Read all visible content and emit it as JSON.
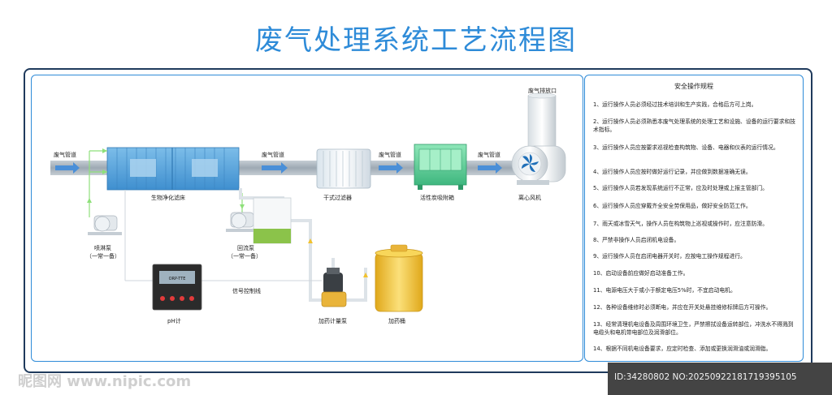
{
  "title": "废气处理系统工艺流程图",
  "labels": {
    "pipe_left": "废气管道",
    "pipe_mid1": "废气管道",
    "pipe_mid2": "废气管道",
    "pipe_mid3": "废气管道",
    "exhaust": "废气排放口",
    "bio_filter": "生物净化滤床",
    "dry_filter": "干式过滤器",
    "carbon_box": "活性炭吸附箱",
    "fan": "离心风机",
    "spray_pump": "喷淋泵",
    "spray_pump_note": "（一常一备）",
    "return_pump": "回流泵",
    "return_pump_note": "（一常一备）",
    "signal": "信号控制线",
    "ph_meter": "pH计",
    "ph_display": "ORP-TTE",
    "dosing_pump": "加药计量泵",
    "dosing_tank": "加药桶"
  },
  "rules": {
    "title": "安全操作规程",
    "items": [
      "1、运行操作人员必须经过技术培训和生产实践，合格后方可上岗。",
      "2、运行操作人员必须熟悉本废气处理系统的处理工艺和设施、设备的运行要求和技术指标。",
      "3、运行操作人员应按要求巡视检查构筑物、设备、电器和仪表的运行情况。",
      "4、运行操作人员应按时做好运行记录，并应做到数据准确无误。",
      "5、运行操作人员若发现系统运行不正常，应及时处理或上报主管部门。",
      "6、运行操作人员应穿戴齐全安全劳保用品，做好安全防范工作。",
      "7、雨天或冰雪天气，操作人员在构筑物上巡视或操作时，应注意防滑。",
      "8、严禁非操作人员启闭机电设备。",
      "9、运行操作人员在启闭电器开关时，应按电工操作规程进行。",
      "10、启动设备前应做好启动准备工作。",
      "11、电源电压大于或小于额定电压5%时，不宜启动电机。",
      "12、各种设备维修时必须断电，并应在开关处悬挂维修标牌后方可操作。",
      "13、经常清理机电设备及周围环境卫生，严禁擦拭设备运转部位，冲洗水不得溅到电缆头和电机带电部位及润滑部位。",
      "14、根据不同机电设备要求，应定时检查、添加或更换润滑油或润滑脂。"
    ]
  },
  "watermark": {
    "left": "昵图网 www.nipic.com",
    "right": "ID:34280802 NO:20250922181719395105"
  },
  "colors": {
    "title": "#2e8bd8",
    "pipe": "#aab4bd",
    "bio": "#5fa8dc",
    "carbon": "#5fcf9a",
    "tank": "#f2c22e",
    "flow_arrow": "#4a8fd8",
    "water_line": "#8ee07a"
  }
}
